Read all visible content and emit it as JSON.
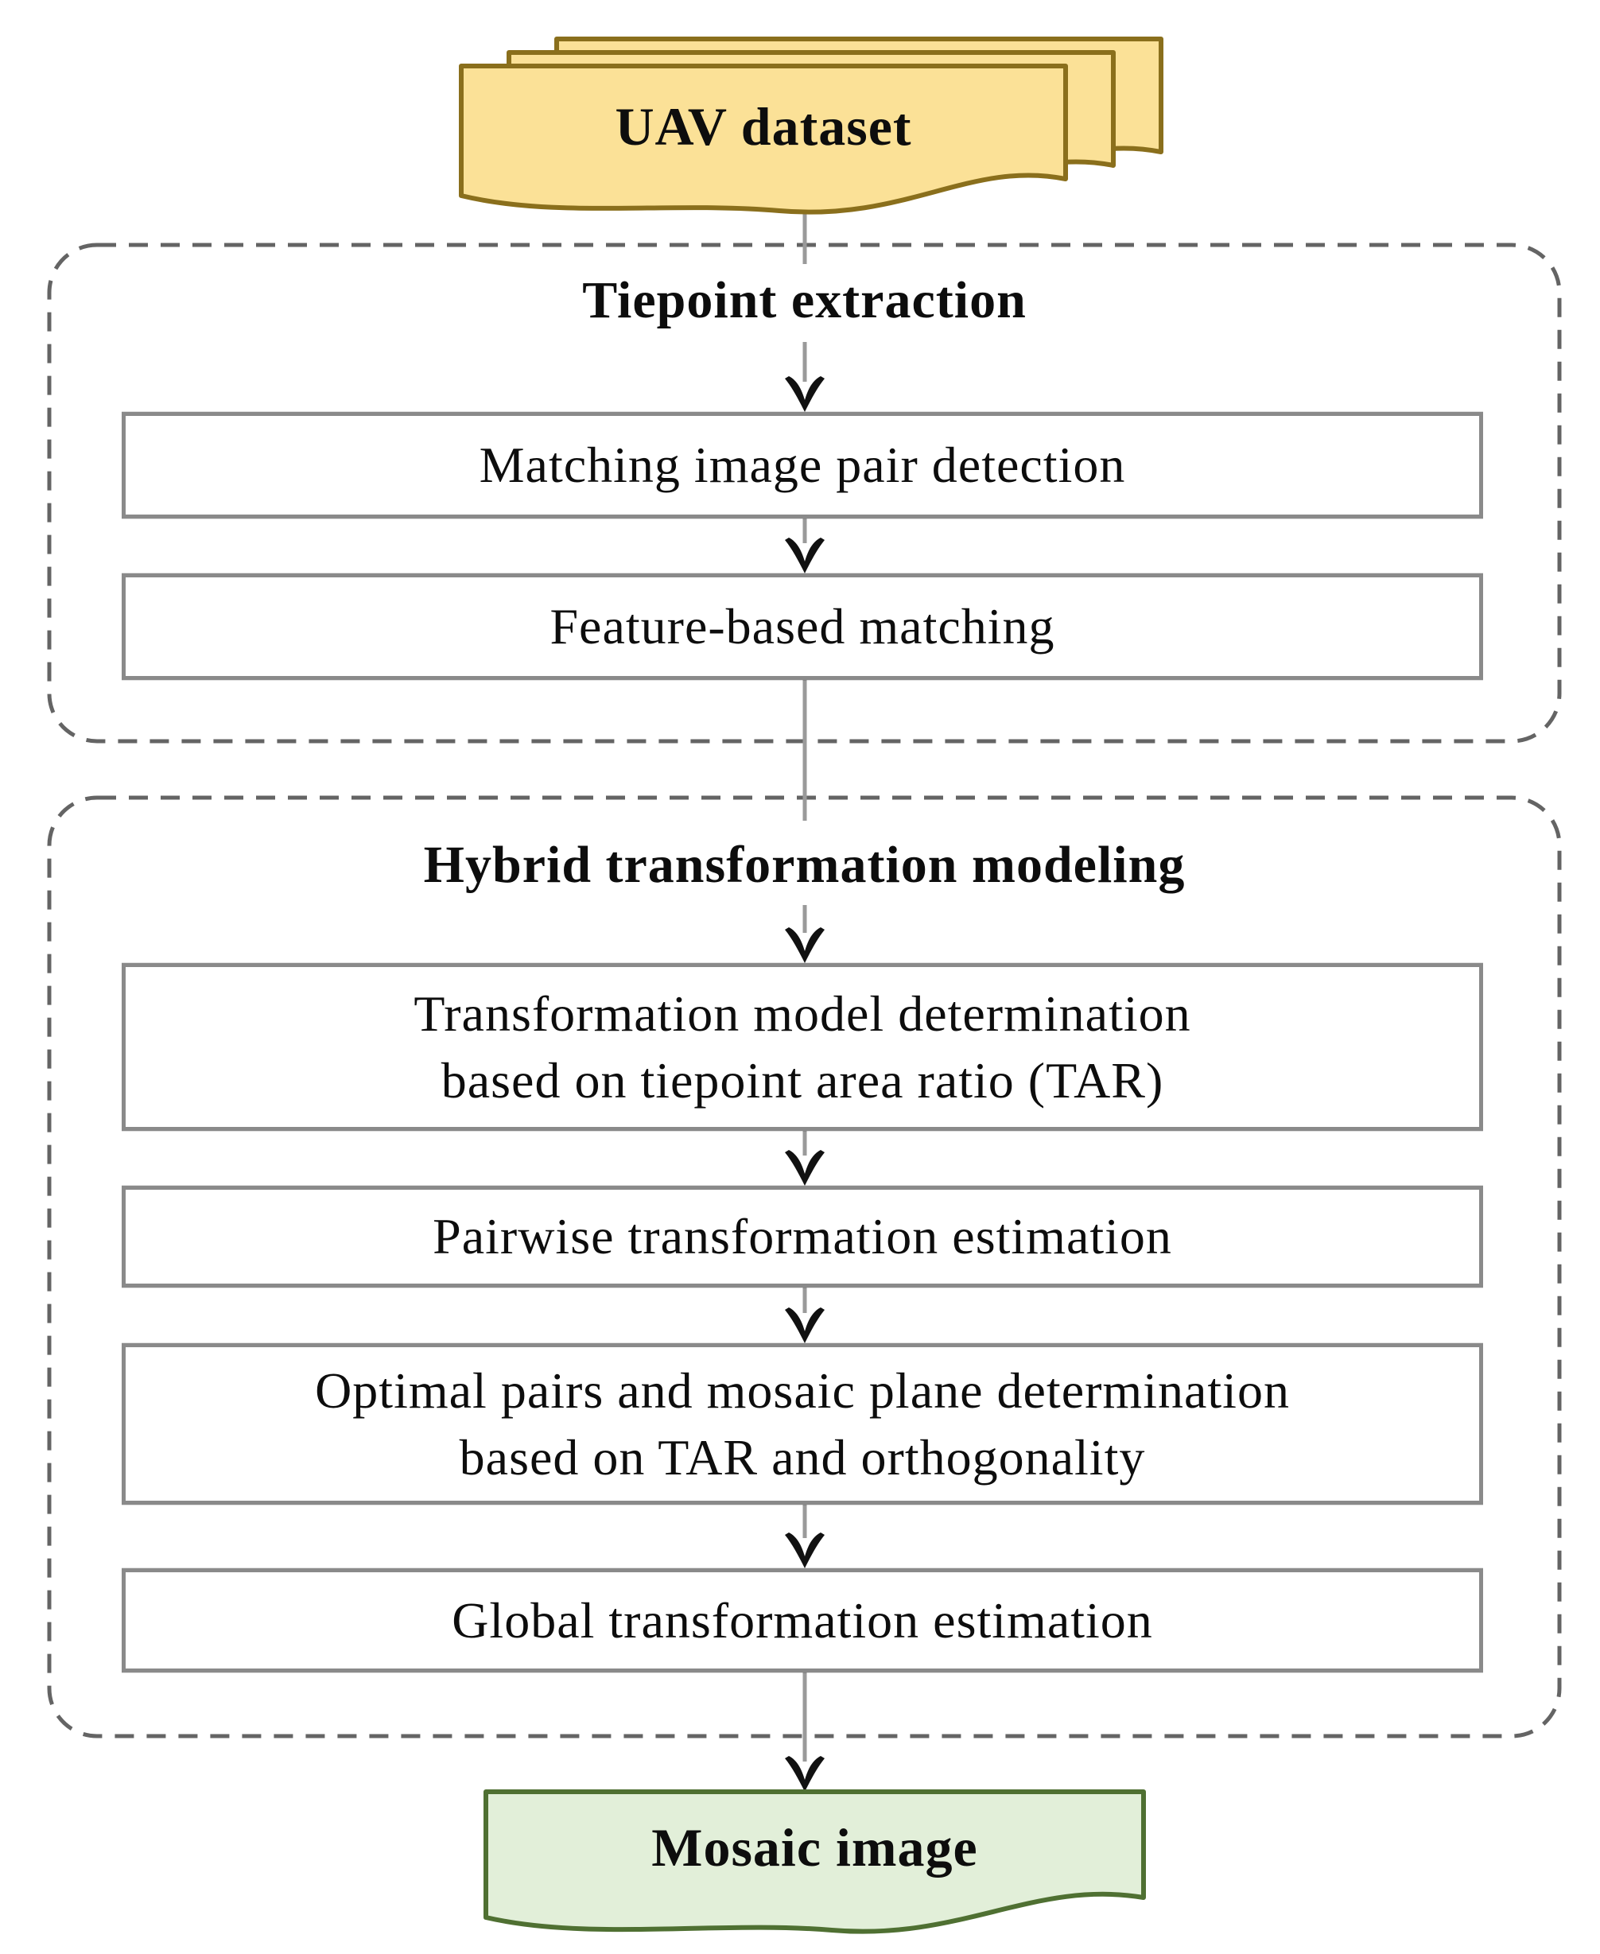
{
  "diagram": {
    "input": {
      "label": "UAV dataset"
    },
    "output": {
      "label": "Mosaic image"
    },
    "sections": [
      {
        "title": "Tiepoint extraction",
        "steps": [
          {
            "label": "Matching image pair detection"
          },
          {
            "label": "Feature-based matching"
          }
        ]
      },
      {
        "title": "Hybrid transformation modeling",
        "steps": [
          {
            "label": "Transformation model determination\nbased on tiepoint area ratio (TAR)"
          },
          {
            "label": "Pairwise transformation estimation"
          },
          {
            "label": "Optimal pairs and mosaic plane determination\nbased on TAR and orthogonality"
          },
          {
            "label": "Global transformation estimation"
          }
        ]
      }
    ],
    "colors": {
      "input_fill": "#fbe197",
      "input_border": "#8a6f1c",
      "output_fill": "#e2efd9",
      "output_border": "#4f7032",
      "box_border": "#8a8a8a",
      "dashed_border": "#646464",
      "connector": "#9a9a9a",
      "arrowhead": "#111111"
    }
  }
}
